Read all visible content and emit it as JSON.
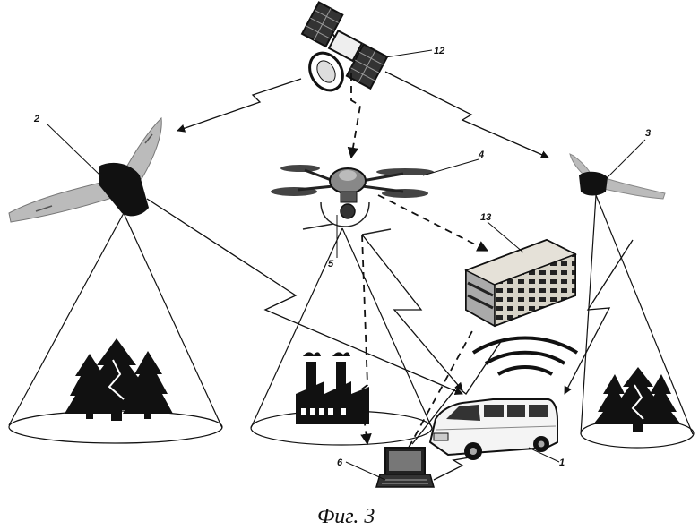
{
  "diagram": {
    "caption": "Фиг. 3",
    "labels": {
      "vehicle": "1",
      "uav_left": "2",
      "uav_right": "3",
      "drone": "4",
      "camera": "5",
      "laptop": "6",
      "satellite": "12",
      "building": "13"
    },
    "ink_color": "#111111",
    "paper_color": "#ffffff"
  }
}
